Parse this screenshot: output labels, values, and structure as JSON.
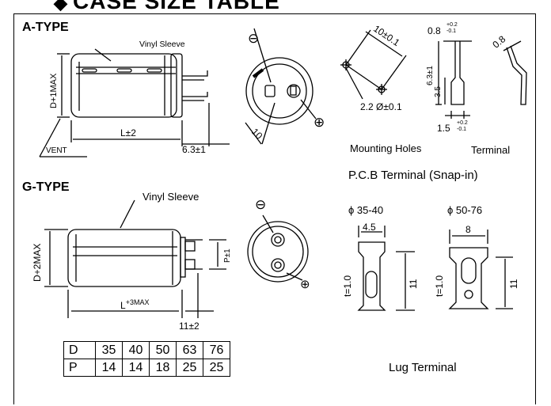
{
  "heading": "CASE SIZE TABLE",
  "heading_icon": "diamond-icon",
  "a_type": {
    "title": "A-TYPE",
    "vinyl_sleeve": "Vinyl Sleeve",
    "d_label": "D+1MAX",
    "l_label": "L±2",
    "lead_len": "6.3±1",
    "vent": "VENT",
    "minus": "⊖",
    "plus": "⊕",
    "pitch": "10",
    "mounting": {
      "pitch": "10±0.1",
      "hole": "2.2 Ø±0.1",
      "caption": "Mounting Holes"
    },
    "terminal": {
      "thick": "0.8",
      "thick_tol_up": "+0.2",
      "thick_tol_dn": "-0.1",
      "thick2": "0.8",
      "height": "6.3±1",
      "inner": "3.5",
      "width": "1.5",
      "width_tol_up": "+0.2",
      "width_tol_dn": "-0.1",
      "caption": "Terminal"
    }
  },
  "pcb_caption": "P.C.B Terminal (Snap-in)",
  "g_type": {
    "title": "G-TYPE",
    "vinyl_sleeve": "Vinyl Sleeve",
    "d_label": "D+2MAX",
    "l_label": "L",
    "l_sup": "+3MAX",
    "lead_len": "11±2",
    "p_label": "P±1",
    "minus": "⊖",
    "plus": "⊕"
  },
  "lug": {
    "left_title": "ϕ 35-40",
    "left_width": "4.5",
    "left_thick": "t=1.0",
    "left_height": "11",
    "right_title": "ϕ 50-76",
    "right_width": "8",
    "right_thick": "t=1.0",
    "right_height": "11",
    "caption": "Lug Terminal"
  },
  "size_table": {
    "rows": [
      {
        "head": "D",
        "cells": [
          "35",
          "40",
          "50",
          "63",
          "76"
        ]
      },
      {
        "head": "P",
        "cells": [
          "14",
          "14",
          "18",
          "25",
          "25"
        ]
      }
    ]
  }
}
